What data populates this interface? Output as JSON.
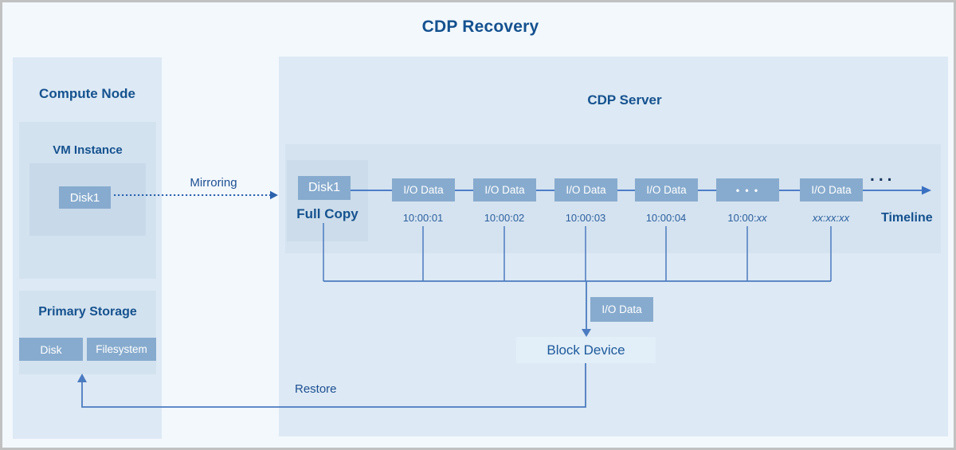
{
  "title": "CDP Recovery",
  "colors": {
    "heading": "#15528f",
    "panel": "#dde9f4",
    "band": "#d5e3f0",
    "chip": "#87abce",
    "connector": "#4b7bc0",
    "timeline_arrow": "#3a70c2",
    "background": "#f3f8fd"
  },
  "compute_node": {
    "heading": "Compute Node",
    "vm_instance": {
      "heading": "VM Instance",
      "disk_label": "Disk1"
    },
    "primary_storage": {
      "heading": "Primary Storage",
      "disk_label": "Disk",
      "filesystem_label": "Filesystem"
    }
  },
  "mirroring_label": "Mirroring",
  "restore_label": "Restore",
  "cdp_server": {
    "heading": "CDP Server",
    "full_copy": {
      "disk_label": "Disk1",
      "caption": "Full Copy"
    },
    "timeline": {
      "label": "Timeline",
      "continuation_dots": "...",
      "events": [
        {
          "label": "I/O Data",
          "time": "10:00:01",
          "time_italic": ""
        },
        {
          "label": "I/O Data",
          "time": "10:00:02",
          "time_italic": ""
        },
        {
          "label": "I/O Data",
          "time": "10:00:03",
          "time_italic": ""
        },
        {
          "label": "I/O Data",
          "time": "10:00:04",
          "time_italic": ""
        },
        {
          "label": "• • •",
          "time": "10:00:",
          "time_italic": "xx"
        },
        {
          "label": "I/O Data",
          "time": "",
          "time_italic": "xx:xx:xx"
        }
      ]
    },
    "replay": {
      "io_chip_label": "I/O Data",
      "block_device_label": "Block Device"
    }
  }
}
